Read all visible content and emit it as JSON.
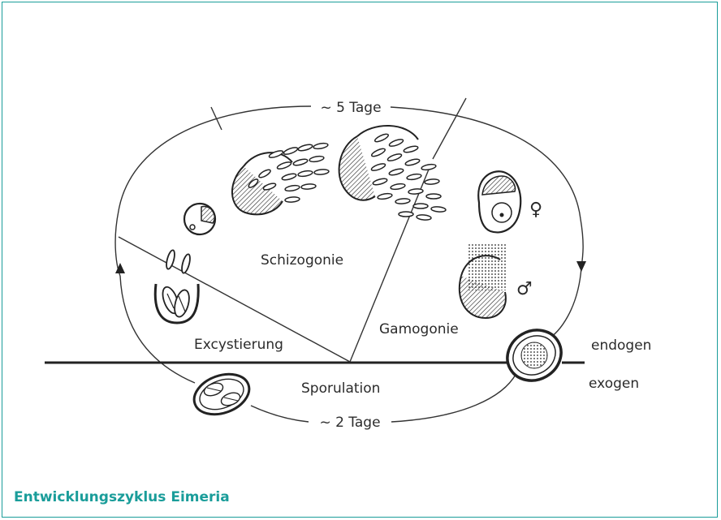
{
  "figure": {
    "caption": "Entwicklungszyklus Eimeria",
    "accent_color": "#1a9d9a",
    "labels": {
      "duration_top": "~ 5 Tage",
      "duration_bottom": "~ 2 Tage",
      "schizogonie": "Schizogonie",
      "gamogonie": "Gamogonie",
      "excystierung": "Excystierung",
      "sporulation": "Sporulation",
      "endogen": "endogen",
      "exogen": "exogen",
      "female_symbol": "♀",
      "male_symbol": "♂"
    }
  }
}
